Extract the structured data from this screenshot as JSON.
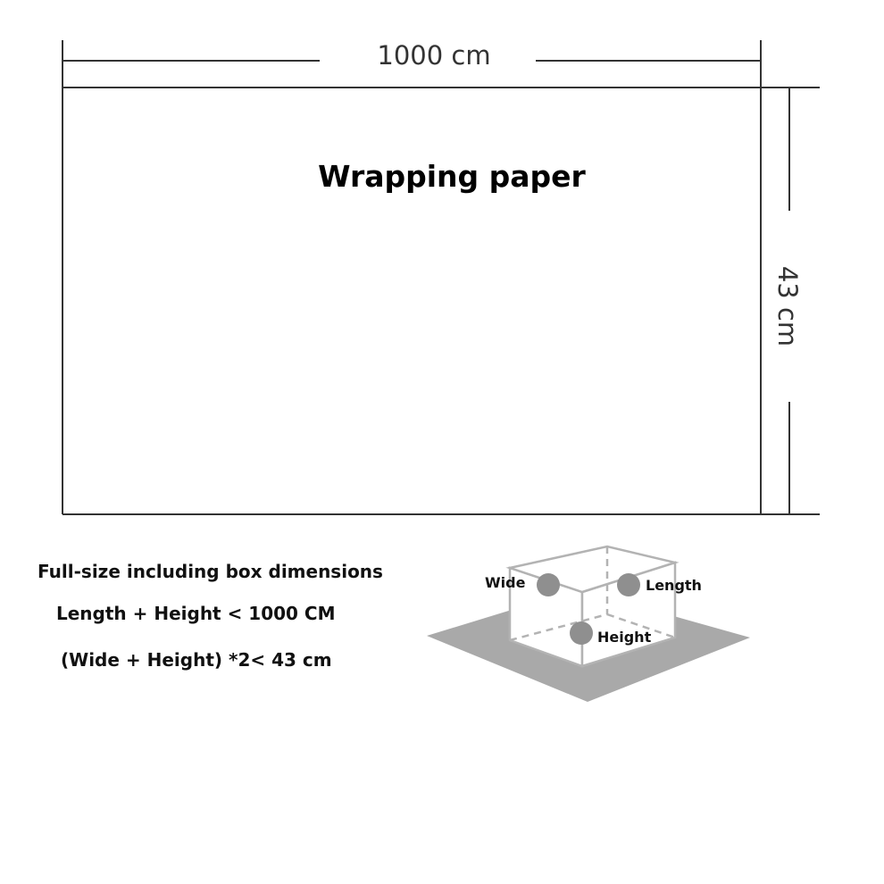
{
  "sheet": {
    "width_label": "1000 cm",
    "height_label": "43 cm",
    "title": "Wrapping paper"
  },
  "notes": {
    "heading": "Full-size including box dimensions",
    "rule_length": "Length + Height < 1000 CM",
    "rule_width": "(Wide + Height) *2< 43 cm"
  },
  "box": {
    "wide_label": "Wide",
    "length_label": "Length",
    "height_label": "Height"
  },
  "colors": {
    "line": "#333333",
    "box_edge": "#b3b3b3",
    "floor": "#a9a9a9",
    "marker": "#8f8f8f"
  }
}
